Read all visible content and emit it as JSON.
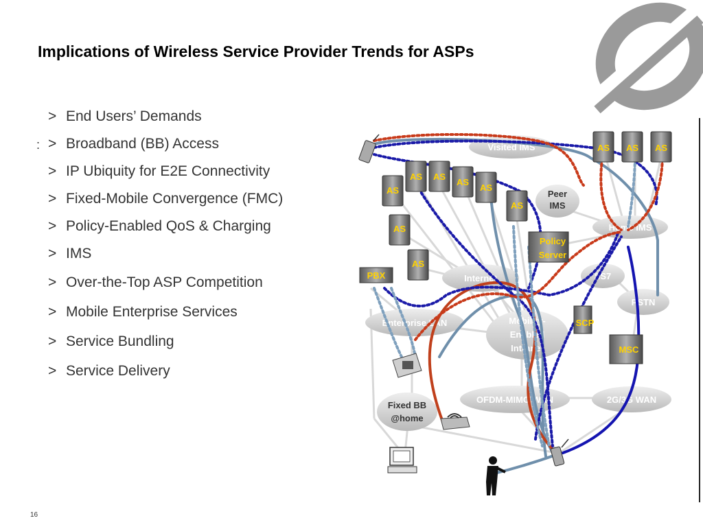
{
  "slide": {
    "title": "Implications of Wireless Service Provider Trends for ASPs",
    "stray_mark": ":",
    "page_number": "16",
    "bullet_marker": ">",
    "bullets": [
      "End Users’ Demands",
      "Broadband (BB) Access",
      "IP Ubiquity for E2E Connectivity",
      "Fixed-Mobile Convergence (FMC)",
      "Policy-Enabled QoS & Charging",
      "IMS",
      "Over-the-Top ASP Competition",
      "Mobile Enterprise Services",
      "Service Bundling",
      "Service Delivery"
    ]
  },
  "diagram": {
    "server_label": "AS",
    "clouds": {
      "visited_ims": "Visited IMS",
      "peer_ims": [
        "Peer",
        "IMS"
      ],
      "home_ims": "Home IMS",
      "internet": "Internet",
      "ss7": "SS7",
      "pstn": "PSTN",
      "enterprise_lan": "Enterprise LAN",
      "mobility_intranet": [
        "Mobility-",
        "Enabled",
        "Intranet"
      ],
      "ofdm_wan": "OFDM-MIMO WAN",
      "wan_2g3g": "2G/3G WAN",
      "fixed_bb": [
        "Fixed BB",
        "@home"
      ]
    },
    "boxes": {
      "policy_server": [
        "Policy",
        "Server"
      ],
      "pbx": "PBX",
      "scp": "SCP",
      "msc": "MSC"
    },
    "colors": {
      "blue_dotted": "#1a1aa8",
      "red_dotted": "#c83a1a",
      "steel": "#6f8fab",
      "light_blue_dotted": "#7fa0bd",
      "red_solid": "#c0401c",
      "navy_solid": "#1414b0",
      "label_yellow": "#ffd200"
    }
  }
}
